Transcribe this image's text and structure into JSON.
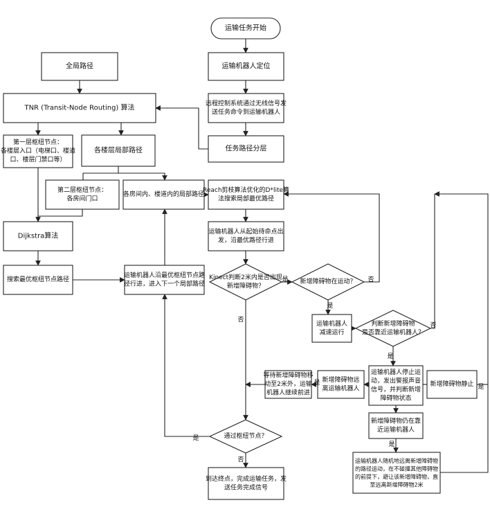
{
  "nodes": {
    "start": [
      "运输任务开始"
    ],
    "locate": [
      "运输机器人定位"
    ],
    "remote": [
      "远程控制系统通过无线信号发",
      "送任务命令到运输机器人"
    ],
    "layer": [
      "任务路径分层"
    ],
    "global": [
      "全局路径"
    ],
    "tnr": [
      "TNR (Transit-Node Routing) 算法"
    ],
    "layer1": [
      "第一层枢纽节点：",
      "各楼层入口（电梯口、楼道",
      "口、楼层门禁口等）"
    ],
    "floorlocal": [
      "各楼层局部路径"
    ],
    "layer2": [
      "第二层枢纽节点：",
      "各房间门口"
    ],
    "roomlocal": [
      "各房间内、楼道内的局部路径"
    ],
    "reach": [
      "Reach剪枝算法优化的D*lite算",
      "法搜索局部最优路径"
    ],
    "depart": [
      "运输机器人从起始待命点出",
      "发，沿最优路径行进"
    ],
    "dijkstra": [
      "Dijkstra算法"
    ],
    "search_opt": [
      "搜索最优枢纽节点路径"
    ],
    "along": [
      "运输机器人沿最优枢纽节点路",
      "径行进，进入下一个局部路径"
    ],
    "kinect": [
      "Kinect判断2米内是否出现",
      "新增障碍物？"
    ],
    "moving": [
      "新增障碍物在运动？"
    ],
    "slow": [
      "运输机器人",
      "减速运行"
    ],
    "approach": [
      "判断新增障碍物",
      "是否靠近运输机器人？"
    ],
    "stop": [
      "运输机器人停止运",
      "动，发出警报声音",
      "信号，并判断新增",
      "障碍物状态"
    ],
    "static": [
      "新增障碍物静止"
    ],
    "away": [
      "新增障碍物远",
      "离运输机器人"
    ],
    "wait": [
      "等待新增障碍物移",
      "动至2米外，运输",
      "机器人继续前进"
    ],
    "still": [
      "新增障碍物仍在靠",
      "近运输机器人"
    ],
    "bypass": [
      "运输机器人随机地远离新增障碍物",
      "的路径运动，在不碰撞其他障碍物",
      "的前提下，避让该新增障碍物，直",
      "至远离新增障碍物2米"
    ],
    "hub": [
      "通过枢纽节点？"
    ],
    "end": [
      "到达终点，完成运输任务，发",
      "送任务完成信号"
    ]
  },
  "labels": {
    "yes": "是",
    "no": "否"
  },
  "colors": {
    "line": "#222222",
    "fill": "#ffffff"
  }
}
